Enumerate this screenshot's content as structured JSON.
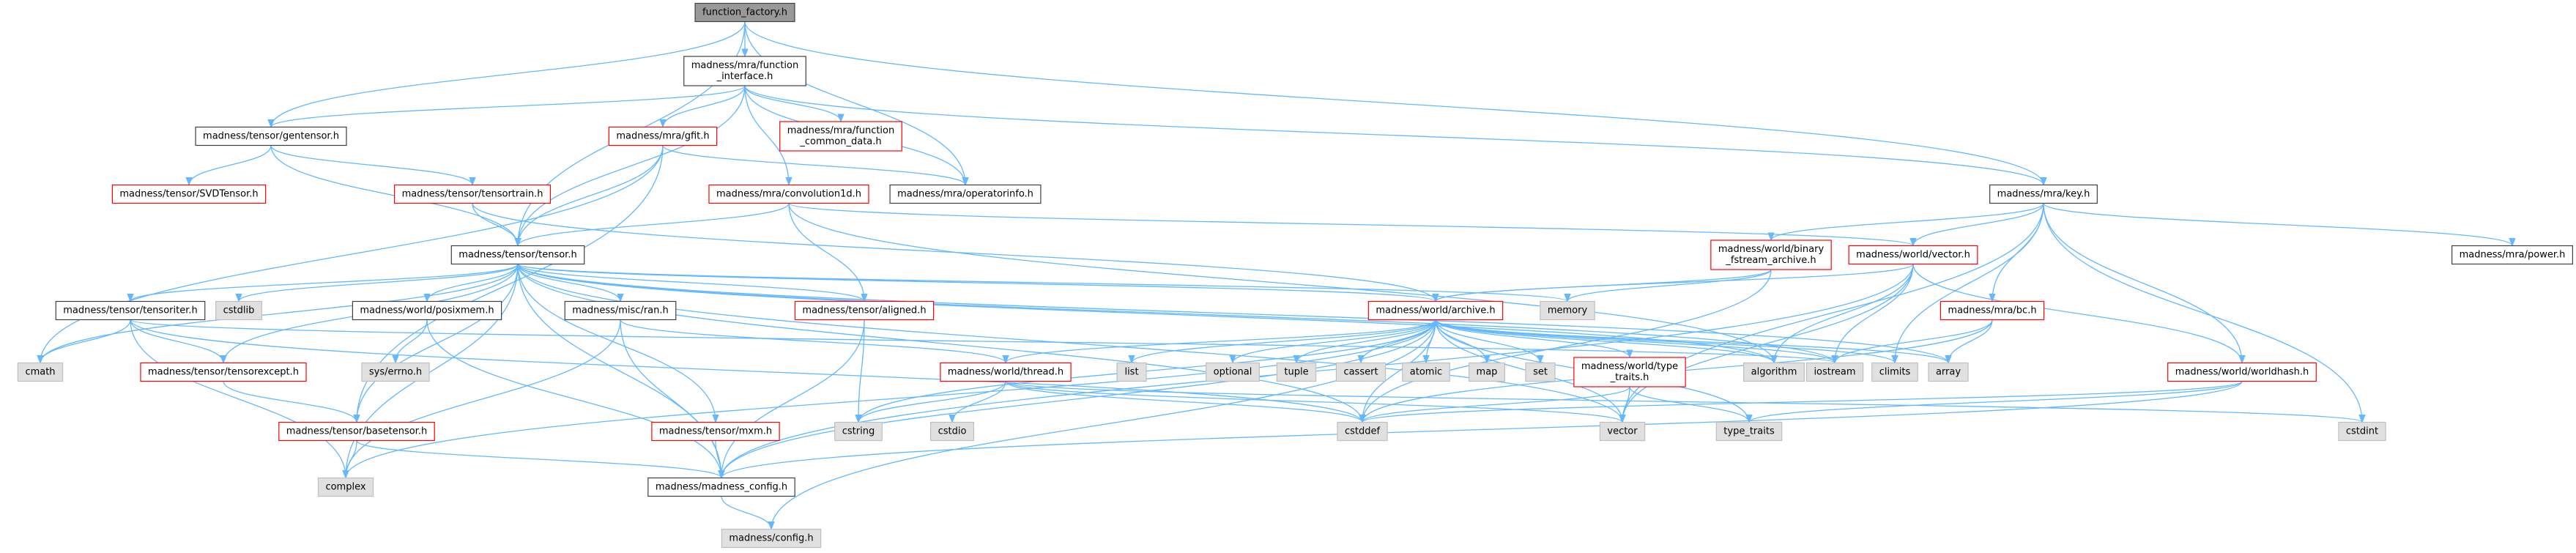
{
  "colors": {
    "edge": "#63b8ff",
    "node_fill": "#ffffff",
    "node_border": "#3f3f3f",
    "node_border_unresolved": "#ff0000",
    "root_fill": "#999999",
    "external_fill": "#e0e0e0",
    "external_border": "#bfbfbf"
  },
  "nodes": [
    {
      "id": "function_factory",
      "lines": [
        "function_factory.h"
      ],
      "kind": "root"
    },
    {
      "id": "function_interface",
      "lines": [
        "madness/mra/function",
        "_interface.h"
      ],
      "kind": "normal"
    },
    {
      "id": "gentensor",
      "lines": [
        "madness/tensor/gentensor.h"
      ],
      "kind": "normal"
    },
    {
      "id": "gfit",
      "lines": [
        "madness/mra/gfit.h"
      ],
      "kind": "red"
    },
    {
      "id": "function_common_data",
      "lines": [
        "madness/mra/function",
        "_common_data.h"
      ],
      "kind": "red"
    },
    {
      "id": "operatorinfo",
      "lines": [
        "madness/mra/operatorinfo.h"
      ],
      "kind": "normal"
    },
    {
      "id": "key",
      "lines": [
        "madness/mra/key.h"
      ],
      "kind": "normal"
    },
    {
      "id": "svdtensor",
      "lines": [
        "madness/tensor/SVDTensor.h"
      ],
      "kind": "red"
    },
    {
      "id": "tensortrain",
      "lines": [
        "madness/tensor/tensortrain.h"
      ],
      "kind": "red"
    },
    {
      "id": "convolution1d",
      "lines": [
        "madness/mra/convolution1d.h"
      ],
      "kind": "red"
    },
    {
      "id": "binary_fstream",
      "lines": [
        "madness/world/binary",
        "_fstream_archive.h"
      ],
      "kind": "red"
    },
    {
      "id": "world_vector",
      "lines": [
        "madness/world/vector.h"
      ],
      "kind": "red"
    },
    {
      "id": "mra_power",
      "lines": [
        "madness/mra/power.h"
      ],
      "kind": "normal"
    },
    {
      "id": "tensor",
      "lines": [
        "madness/tensor/tensor.h"
      ],
      "kind": "normal"
    },
    {
      "id": "memory",
      "lines": [
        "memory"
      ],
      "kind": "external"
    },
    {
      "id": "tensoriter",
      "lines": [
        "madness/tensor/tensoriter.h"
      ],
      "kind": "normal"
    },
    {
      "id": "cstdlib",
      "lines": [
        "cstdlib"
      ],
      "kind": "external"
    },
    {
      "id": "posixmem",
      "lines": [
        "madness/world/posixmem.h"
      ],
      "kind": "normal"
    },
    {
      "id": "ran",
      "lines": [
        "madness/misc/ran.h"
      ],
      "kind": "normal"
    },
    {
      "id": "aligned",
      "lines": [
        "madness/tensor/aligned.h"
      ],
      "kind": "red"
    },
    {
      "id": "archive",
      "lines": [
        "madness/world/archive.h"
      ],
      "kind": "red"
    },
    {
      "id": "bc",
      "lines": [
        "madness/mra/bc.h"
      ],
      "kind": "red"
    },
    {
      "id": "cmath",
      "lines": [
        "cmath"
      ],
      "kind": "external"
    },
    {
      "id": "tensorexcept",
      "lines": [
        "madness/tensor/tensorexcept.h"
      ],
      "kind": "red"
    },
    {
      "id": "sys_errno",
      "lines": [
        "sys/errno.h"
      ],
      "kind": "external"
    },
    {
      "id": "thread",
      "lines": [
        "madness/world/thread.h"
      ],
      "kind": "red"
    },
    {
      "id": "list",
      "lines": [
        "list"
      ],
      "kind": "external"
    },
    {
      "id": "optional",
      "lines": [
        "optional"
      ],
      "kind": "external"
    },
    {
      "id": "tuple",
      "lines": [
        "tuple"
      ],
      "kind": "external"
    },
    {
      "id": "cassert",
      "lines": [
        "cassert"
      ],
      "kind": "external"
    },
    {
      "id": "atomic",
      "lines": [
        "atomic"
      ],
      "kind": "external"
    },
    {
      "id": "map",
      "lines": [
        "map"
      ],
      "kind": "external"
    },
    {
      "id": "set",
      "lines": [
        "set"
      ],
      "kind": "external"
    },
    {
      "id": "type_traits_h",
      "lines": [
        "madness/world/type",
        "_traits.h"
      ],
      "kind": "red"
    },
    {
      "id": "algorithm",
      "lines": [
        "algorithm"
      ],
      "kind": "external"
    },
    {
      "id": "iostream",
      "lines": [
        "iostream"
      ],
      "kind": "external"
    },
    {
      "id": "climits",
      "lines": [
        "climits"
      ],
      "kind": "external"
    },
    {
      "id": "array",
      "lines": [
        "array"
      ],
      "kind": "external"
    },
    {
      "id": "worldhash",
      "lines": [
        "madness/world/worldhash.h"
      ],
      "kind": "red"
    },
    {
      "id": "basetensor",
      "lines": [
        "madness/tensor/basetensor.h"
      ],
      "kind": "red"
    },
    {
      "id": "mxm",
      "lines": [
        "madness/tensor/mxm.h"
      ],
      "kind": "red"
    },
    {
      "id": "cstring",
      "lines": [
        "cstring"
      ],
      "kind": "external"
    },
    {
      "id": "cstdio",
      "lines": [
        "cstdio"
      ],
      "kind": "external"
    },
    {
      "id": "cstddef",
      "lines": [
        "cstddef"
      ],
      "kind": "external"
    },
    {
      "id": "vector",
      "lines": [
        "vector"
      ],
      "kind": "external"
    },
    {
      "id": "type_traits",
      "lines": [
        "type_traits"
      ],
      "kind": "external"
    },
    {
      "id": "cstdint",
      "lines": [
        "cstdint"
      ],
      "kind": "external"
    },
    {
      "id": "complex",
      "lines": [
        "complex"
      ],
      "kind": "external"
    },
    {
      "id": "madness_config",
      "lines": [
        "madness/madness_config.h"
      ],
      "kind": "normal"
    },
    {
      "id": "config",
      "lines": [
        "madness/config.h"
      ],
      "kind": "external"
    }
  ],
  "edges": [
    [
      "function_factory",
      "function_interface"
    ],
    [
      "function_factory",
      "gentensor"
    ],
    [
      "function_factory",
      "tensor"
    ],
    [
      "function_factory",
      "operatorinfo"
    ],
    [
      "function_factory",
      "key"
    ],
    [
      "function_interface",
      "gentensor"
    ],
    [
      "function_interface",
      "gfit"
    ],
    [
      "function_interface",
      "function_common_data"
    ],
    [
      "function_interface",
      "operatorinfo"
    ],
    [
      "function_interface",
      "key"
    ],
    [
      "function_interface",
      "convolution1d"
    ],
    [
      "function_interface",
      "tensor"
    ],
    [
      "gentensor",
      "svdtensor"
    ],
    [
      "gentensor",
      "tensortrain"
    ],
    [
      "gentensor",
      "tensor"
    ],
    [
      "gfit",
      "tensor"
    ],
    [
      "gfit",
      "operatorinfo"
    ],
    [
      "gfit",
      "basetensor"
    ],
    [
      "gfit",
      "cmath"
    ],
    [
      "tensortrain",
      "tensor"
    ],
    [
      "tensortrain",
      "archive"
    ],
    [
      "convolution1d",
      "tensor"
    ],
    [
      "convolution1d",
      "aligned"
    ],
    [
      "convolution1d",
      "world_vector"
    ],
    [
      "convolution1d",
      "algorithm"
    ],
    [
      "key",
      "binary_fstream"
    ],
    [
      "key",
      "world_vector"
    ],
    [
      "key",
      "mra_power"
    ],
    [
      "key",
      "bc"
    ],
    [
      "key",
      "worldhash"
    ],
    [
      "key",
      "climits"
    ],
    [
      "key",
      "cstdint"
    ],
    [
      "key",
      "vector"
    ],
    [
      "binary_fstream",
      "archive"
    ],
    [
      "binary_fstream",
      "memory"
    ],
    [
      "binary_fstream",
      "cstddef"
    ],
    [
      "world_vector",
      "archive"
    ],
    [
      "world_vector",
      "worldhash"
    ],
    [
      "world_vector",
      "algorithm"
    ],
    [
      "world_vector",
      "iostream"
    ],
    [
      "world_vector",
      "vector"
    ],
    [
      "world_vector",
      "madness_config"
    ],
    [
      "bc",
      "iostream"
    ],
    [
      "bc",
      "array"
    ],
    [
      "bc",
      "cstddef"
    ],
    [
      "worldhash",
      "madness_config"
    ],
    [
      "worldhash",
      "type_traits"
    ],
    [
      "worldhash",
      "cstddef"
    ],
    [
      "tensor",
      "memory"
    ],
    [
      "tensor",
      "tensoriter"
    ],
    [
      "tensor",
      "cstdlib"
    ],
    [
      "tensor",
      "posixmem"
    ],
    [
      "tensor",
      "ran"
    ],
    [
      "tensor",
      "aligned"
    ],
    [
      "tensor",
      "archive"
    ],
    [
      "tensor",
      "mxm"
    ],
    [
      "tensor",
      "tensorexcept"
    ],
    [
      "tensor",
      "basetensor"
    ],
    [
      "tensor",
      "cmath"
    ],
    [
      "tensor",
      "complex"
    ],
    [
      "tensor",
      "madness_config"
    ],
    [
      "tensor",
      "algorithm"
    ],
    [
      "tensor",
      "iostream"
    ],
    [
      "tensor",
      "array"
    ],
    [
      "tensor",
      "vector"
    ],
    [
      "tensor",
      "cstddef"
    ],
    [
      "tensoriter",
      "cmath"
    ],
    [
      "tensoriter",
      "tensorexcept"
    ],
    [
      "tensoriter",
      "complex"
    ],
    [
      "tensoriter",
      "iostream"
    ],
    [
      "tensoriter",
      "cstddef"
    ],
    [
      "tensorexcept",
      "basetensor"
    ],
    [
      "basetensor",
      "madness_config"
    ],
    [
      "basetensor",
      "complex"
    ],
    [
      "posixmem",
      "sys_errno"
    ],
    [
      "posixmem",
      "madness_config"
    ],
    [
      "ran",
      "thread"
    ],
    [
      "ran",
      "complex"
    ],
    [
      "ran",
      "madness_config"
    ],
    [
      "aligned",
      "madness_config"
    ],
    [
      "aligned",
      "cstring"
    ],
    [
      "mxm",
      "madness_config"
    ],
    [
      "thread",
      "cstring"
    ],
    [
      "thread",
      "cstdio"
    ],
    [
      "thread",
      "cstddef"
    ],
    [
      "thread",
      "vector"
    ],
    [
      "thread",
      "cstdint"
    ],
    [
      "archive",
      "list"
    ],
    [
      "archive",
      "optional"
    ],
    [
      "archive",
      "tuple"
    ],
    [
      "archive",
      "cassert"
    ],
    [
      "archive",
      "atomic"
    ],
    [
      "archive",
      "map"
    ],
    [
      "archive",
      "set"
    ],
    [
      "archive",
      "type_traits_h"
    ],
    [
      "archive",
      "algorithm"
    ],
    [
      "archive",
      "iostream"
    ],
    [
      "archive",
      "climits"
    ],
    [
      "archive",
      "array"
    ],
    [
      "archive",
      "vector"
    ],
    [
      "archive",
      "type_traits"
    ],
    [
      "archive",
      "cstddef"
    ],
    [
      "archive",
      "cstring"
    ],
    [
      "archive",
      "complex"
    ],
    [
      "archive",
      "madness_config"
    ],
    [
      "archive",
      "thread"
    ],
    [
      "archive",
      "config"
    ],
    [
      "type_traits_h",
      "type_traits"
    ],
    [
      "type_traits_h",
      "vector"
    ],
    [
      "type_traits_h",
      "cstddef"
    ],
    [
      "madness_config",
      "config"
    ]
  ]
}
